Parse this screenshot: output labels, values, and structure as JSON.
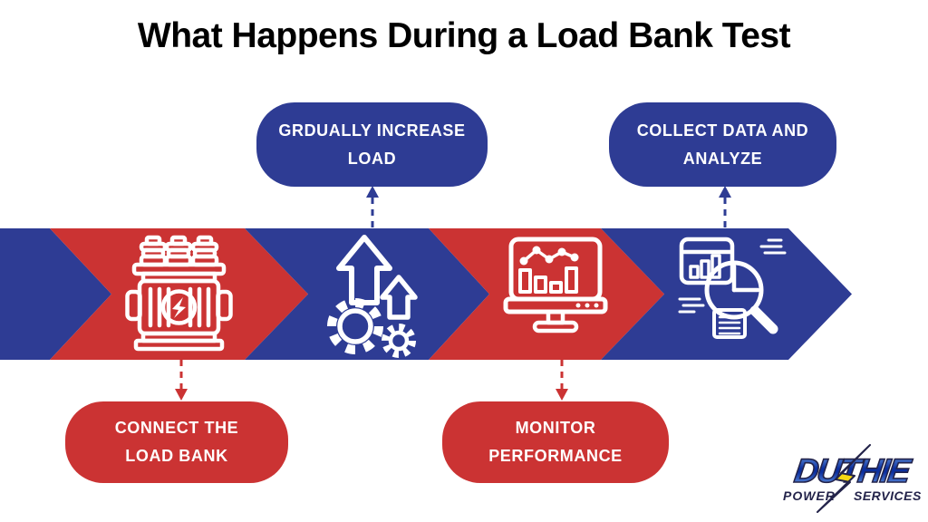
{
  "title": "What Happens During a Load Bank Test",
  "colors": {
    "blue": "#2e3c94",
    "red": "#cb3333",
    "white": "#ffffff",
    "title": "#000000",
    "logo_yellow": "#f7d813",
    "logo_blue_light": "#79aef2",
    "logo_blue_dark": "#0c2f9e",
    "logo_navy": "#23234a"
  },
  "steps": [
    {
      "order": 1,
      "label_line1": "CONNECT THE",
      "label_line2": "LOAD BANK",
      "position": "bottom",
      "color": "red",
      "icon": "load-bank-icon"
    },
    {
      "order": 2,
      "label_line1": "GRDUALLY INCREASE",
      "label_line2": "LOAD",
      "position": "top",
      "color": "blue",
      "icon": "increase-load-icon"
    },
    {
      "order": 3,
      "label_line1": "MONITOR",
      "label_line2": "PERFORMANCE",
      "position": "bottom",
      "color": "red",
      "icon": "monitor-performance-icon"
    },
    {
      "order": 4,
      "label_line1": "COLLECT DATA AND",
      "label_line2": "ANALYZE",
      "position": "top",
      "color": "blue",
      "icon": "analyze-data-icon"
    }
  ],
  "logo": {
    "name": "DUTHIE",
    "sub_left": "POWER",
    "sub_right": "SERVICES",
    "bolt_icon": "lightning-bolt-icon"
  }
}
